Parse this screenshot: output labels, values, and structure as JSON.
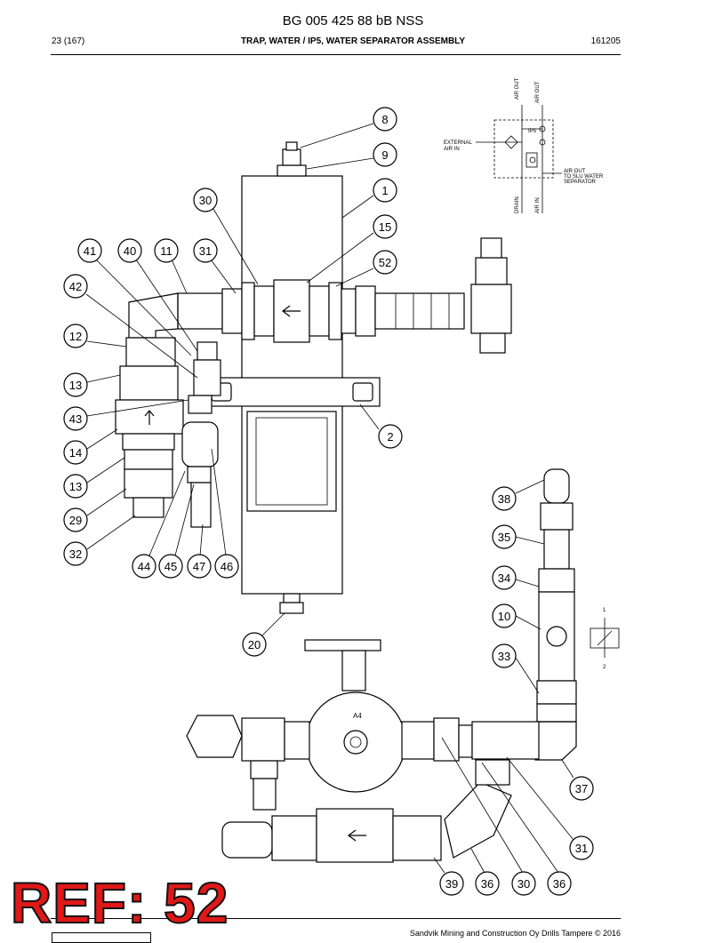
{
  "header": {
    "doc_title": "BG 005 425 88 bB NSS",
    "page": "23 (167)",
    "section": "TRAP, WATER / IP5, WATER SEPARATOR ASSEMBLY",
    "code": "161205"
  },
  "footer": {
    "copyright": "Sandvik Mining and Construction Oy Drills Tampere © 2016"
  },
  "ref_label": "REF: 52",
  "schematic": {
    "air_out_top_1": "AIR OUT",
    "air_out_top_2": "AIR OUT",
    "ip5": "IP5",
    "external_1": "EXTERNAL",
    "external_2": "AIR IN",
    "air_out_slu_1": "AIR OUT",
    "air_out_slu_2": "TO SLU WATER",
    "air_out_slu_3": "SEPARATOR",
    "drain": "DRAIN",
    "air_in_bottom": "AIR IN"
  },
  "valve_symbol": {
    "port_1": "1",
    "port_2": "2"
  },
  "markings": {
    "a4": "A4"
  },
  "balloons": {
    "b8": "8",
    "b9": "9",
    "b1": "1",
    "b30a": "30",
    "b15": "15",
    "b52": "52",
    "b41": "41",
    "b40": "40",
    "b11": "11",
    "b31a": "31",
    "b42": "42",
    "b12": "12",
    "b13a": "13",
    "b43": "43",
    "b2": "2",
    "b14": "14",
    "b13b": "13",
    "b29": "29",
    "b32": "32",
    "b44": "44",
    "b45": "45",
    "b47": "47",
    "b46": "46",
    "b38": "38",
    "b35": "35",
    "b34": "34",
    "b10": "10",
    "b20": "20",
    "b33": "33",
    "b37": "37",
    "b31b": "31",
    "b39": "39",
    "b36a": "36",
    "b30b": "30",
    "b36b": "36"
  }
}
